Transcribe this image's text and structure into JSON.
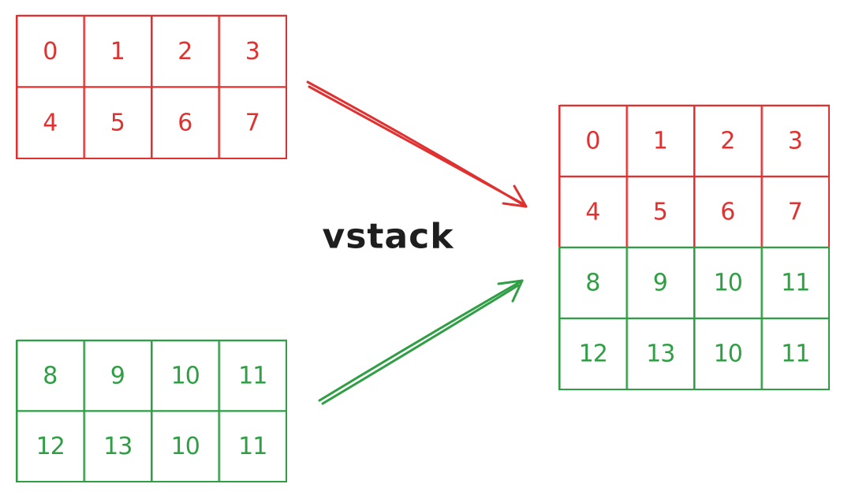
{
  "operation": "vstack",
  "colors": {
    "top": "#e03131",
    "bottom": "#2f9e44",
    "text": "#1e1e1e"
  },
  "top_grid": [
    [
      "0",
      "1",
      "2",
      "3"
    ],
    [
      "4",
      "5",
      "6",
      "7"
    ]
  ],
  "bottom_grid": [
    [
      "8",
      "9",
      "10",
      "11"
    ],
    [
      "12",
      "13",
      "10",
      "11"
    ]
  ],
  "result_grid": [
    [
      "0",
      "1",
      "2",
      "3"
    ],
    [
      "4",
      "5",
      "6",
      "7"
    ],
    [
      "8",
      "9",
      "10",
      "11"
    ],
    [
      "12",
      "13",
      "10",
      "11"
    ]
  ],
  "result_row_sources": [
    "top",
    "top",
    "bottom",
    "bottom"
  ]
}
